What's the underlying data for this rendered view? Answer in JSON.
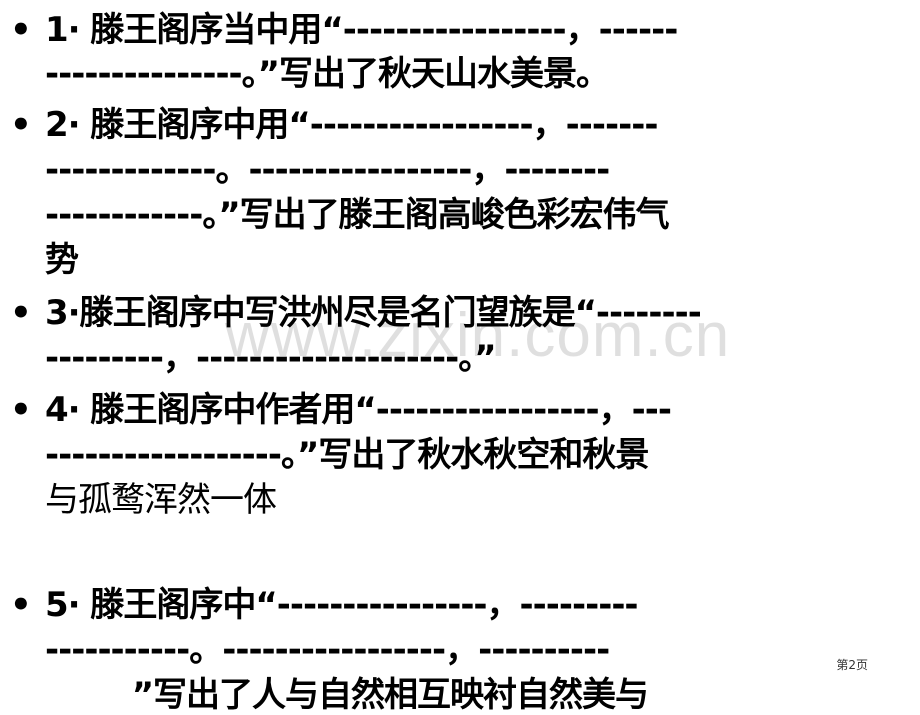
{
  "items": [
    {
      "lines": [
        "1· 滕王阁序当中用“-----------------，------",
        "---------------。”写出了秋天山水美景。"
      ]
    },
    {
      "lines": [
        "2· 滕王阁序中用“-----------------，-------",
        "-------------。-----------------，--------",
        "------------。”写出了滕王阁高峻色彩宏伟气",
        "势"
      ]
    },
    {
      "lines": [
        "3·滕王阁序中写洪州尽是名门望族是“--------",
        "---------，--------------------。”"
      ]
    },
    {
      "lines": [
        "4· 滕王阁序中作者用“-----------------，---",
        "------------------。”写出了秋水秋空和秋景",
        "与孤鹜浑然一体"
      ]
    },
    {
      "lines": [
        "5· 滕王阁序中“----------------，---------",
        "-----------。-----------------，----------",
        "        ”写出了人与自然相互映衬自然美与"
      ]
    }
  ],
  "bullet": "•",
  "watermark": "www.zixin.com.cn",
  "page_number": "第2页"
}
